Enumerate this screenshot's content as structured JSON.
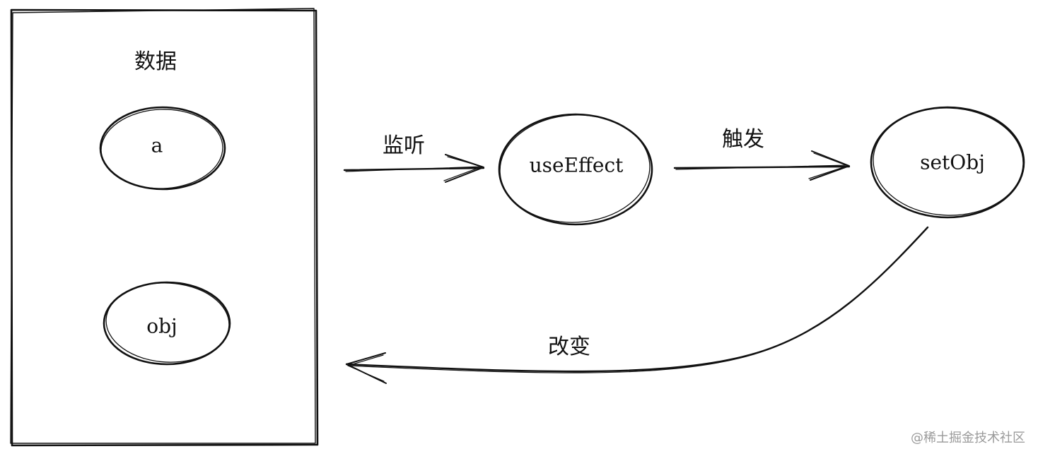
{
  "data_box": {
    "title": "数据",
    "items": [
      {
        "label": "a"
      },
      {
        "label": "obj"
      }
    ]
  },
  "nodes": {
    "use_effect": {
      "label": "useEffect"
    },
    "set_obj": {
      "label": "setObj"
    }
  },
  "edges": {
    "listen": {
      "label": "监听"
    },
    "trigger": {
      "label": "触发"
    },
    "change": {
      "label": "改变"
    }
  },
  "watermark": "@稀土掘金技术社区",
  "colors": {
    "stroke": "#111111",
    "watermark": "#9a9a9a",
    "background": "#ffffff"
  }
}
